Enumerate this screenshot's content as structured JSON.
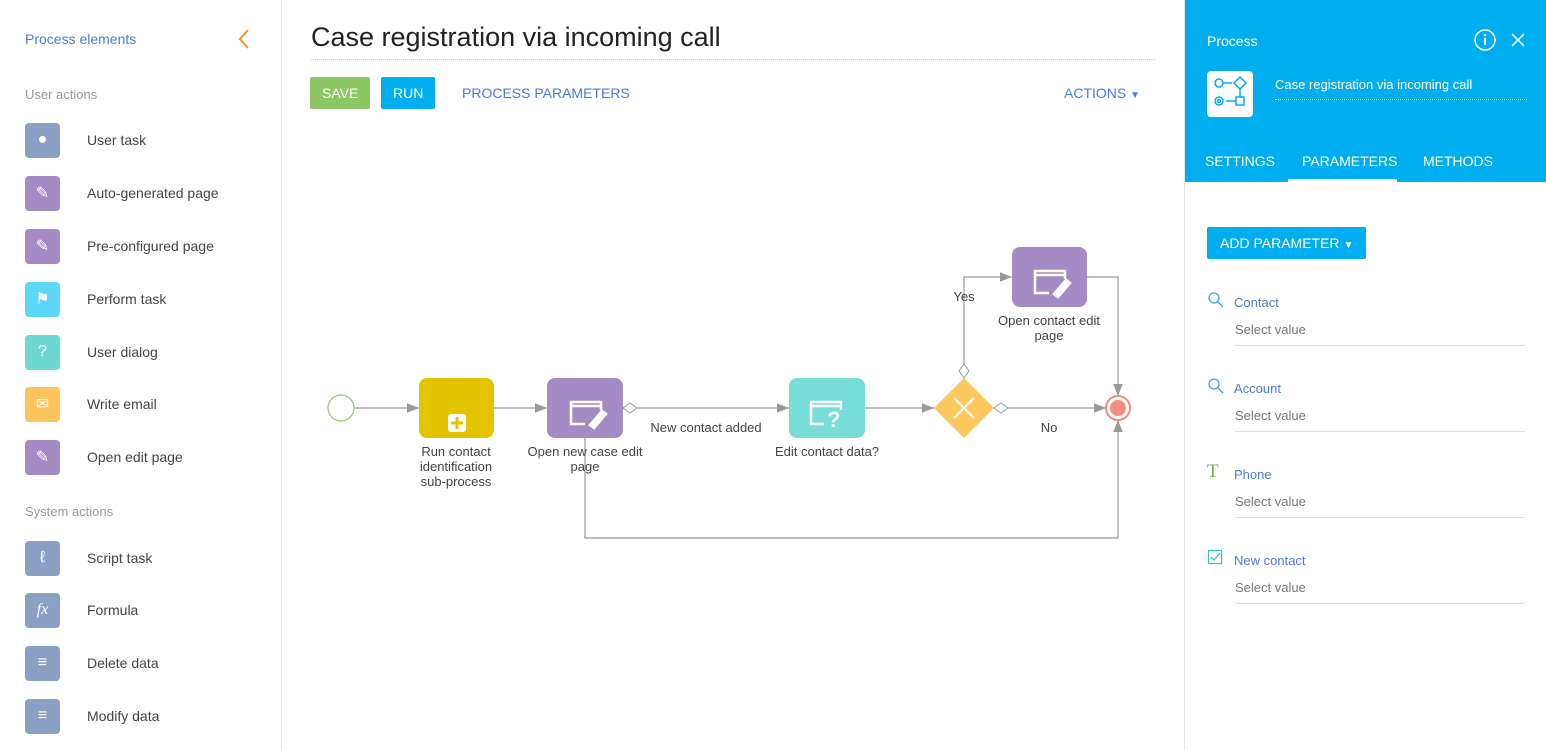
{
  "sidebar": {
    "title": "Process elements",
    "groups": [
      {
        "label": "User actions",
        "items": [
          {
            "label": "User task",
            "icon": "user-icon",
            "color": "#8aa0c4"
          },
          {
            "label": "Auto-generated page",
            "icon": "page-edit-icon",
            "color": "#a38bc4"
          },
          {
            "label": "Pre-configured page",
            "icon": "page-edit-icon",
            "color": "#a38bc4"
          },
          {
            "label": "Perform task",
            "icon": "flag-icon",
            "color": "#5ed8f8"
          },
          {
            "label": "User dialog",
            "icon": "dialog-question-icon",
            "color": "#6ed8d2"
          },
          {
            "label": "Write email",
            "icon": "envelope-icon",
            "color": "#fdc35c"
          },
          {
            "label": "Open edit page",
            "icon": "page-edit-icon",
            "color": "#a38bc4"
          }
        ]
      },
      {
        "label": "System actions",
        "items": [
          {
            "label": "Script task",
            "icon": "script-icon",
            "color": "#8aa0c4"
          },
          {
            "label": "Formula",
            "icon": "fx-icon",
            "color": "#8aa0c4"
          },
          {
            "label": "Delete data",
            "icon": "delete-data-icon",
            "color": "#8aa0c4"
          },
          {
            "label": "Modify data",
            "icon": "modify-data-icon",
            "color": "#8aa0c4"
          }
        ]
      }
    ]
  },
  "main": {
    "title": "Case registration via incoming call",
    "save": "SAVE",
    "run": "RUN",
    "params": "PROCESS PARAMETERS",
    "actions": "ACTIONS"
  },
  "diagram": {
    "subprocess": [
      "Run contact",
      "identification",
      "sub-process"
    ],
    "open_case": [
      "Open new case edit",
      "page"
    ],
    "flow_new_contact": "New contact added",
    "edit_contact": "Edit contact data?",
    "yes": "Yes",
    "no": "No",
    "open_contact": [
      "Open contact edit",
      "page"
    ]
  },
  "panel": {
    "header": "Process",
    "name": "Case registration via incoming call",
    "tabs": [
      "SETTINGS",
      "PARAMETERS",
      "METHODS"
    ],
    "active_tab": "PARAMETERS",
    "add_parameter": "ADD PARAMETER",
    "parameters": [
      {
        "label": "Contact",
        "icon": "lookup-icon",
        "value": "Select value"
      },
      {
        "label": "Account",
        "icon": "lookup-icon",
        "value": "Select value"
      },
      {
        "label": "Phone",
        "icon": "text-icon",
        "value": "Select value"
      },
      {
        "label": "New contact",
        "icon": "checkbox-icon",
        "value": "Select value"
      }
    ]
  },
  "colors": {
    "accent": "#00aeef",
    "save": "#8dc763",
    "purple": "#a38bc4",
    "subprocess": "#e3c500",
    "dialog": "#76ddd9",
    "gateway": "#fdc95f",
    "end": "#f48b80",
    "start": "#8cc97a"
  }
}
